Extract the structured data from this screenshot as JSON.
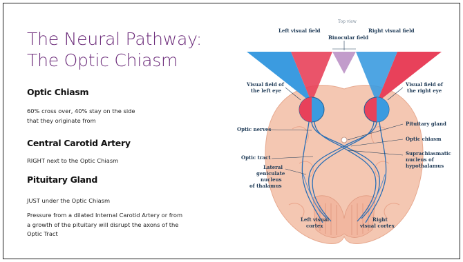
{
  "slide": {
    "title_line1": "The Neural Pathway:",
    "title_line2": "The Optic Chiasm",
    "sections": [
      {
        "heading": "Optic Chiasm",
        "text": [
          "60% cross over, 40% stay on the side",
          "that they originate from"
        ]
      },
      {
        "heading": "Central Carotid Artery",
        "text": [
          "RIGHT next to the Optic Chiasm"
        ]
      },
      {
        "heading": "Pituitary Gland",
        "text": [
          "JUST under the Optic Chiasm"
        ]
      },
      {
        "text": [
          "Pressure from a dilated Internal Carotid Artery or from",
          "a growth of the pituitary will disrupt the axons of the",
          "Optic Tract"
        ]
      }
    ]
  },
  "figure": {
    "labels": {
      "top_view": "Top view",
      "left_visual_field": "Left visual field",
      "right_visual_field": "Right visual field",
      "binocular_field": "Binocular field",
      "vf_left_eye_1": "Visual field of",
      "vf_left_eye_2": "the left eye",
      "vf_right_eye_1": "Visual field of",
      "vf_right_eye_2": "the right eye",
      "optic_nerves": "Optic nerves",
      "pituitary_gland": "Pituitary gland",
      "optic_chiasm": "Optic chiasm",
      "optic_tract": "Optic tract",
      "supra_1": "Suprachiasmatic",
      "supra_2": "nucleus of",
      "supra_3": "hypothalamus",
      "lgn_1": "Lateral",
      "lgn_2": "geniculate",
      "lgn_3": "nucleus",
      "lgn_4": "of thalamus",
      "left_cortex_1": "Left visual",
      "left_cortex_2": "cortex",
      "right_cortex_1": "Right",
      "right_cortex_2": "visual cortex"
    },
    "colors": {
      "left_field": "#e8415a",
      "right_field": "#3b9be0",
      "brain": "#f4c7b2",
      "pathway": "#2b6fb5",
      "label": "#1f3b57"
    }
  }
}
